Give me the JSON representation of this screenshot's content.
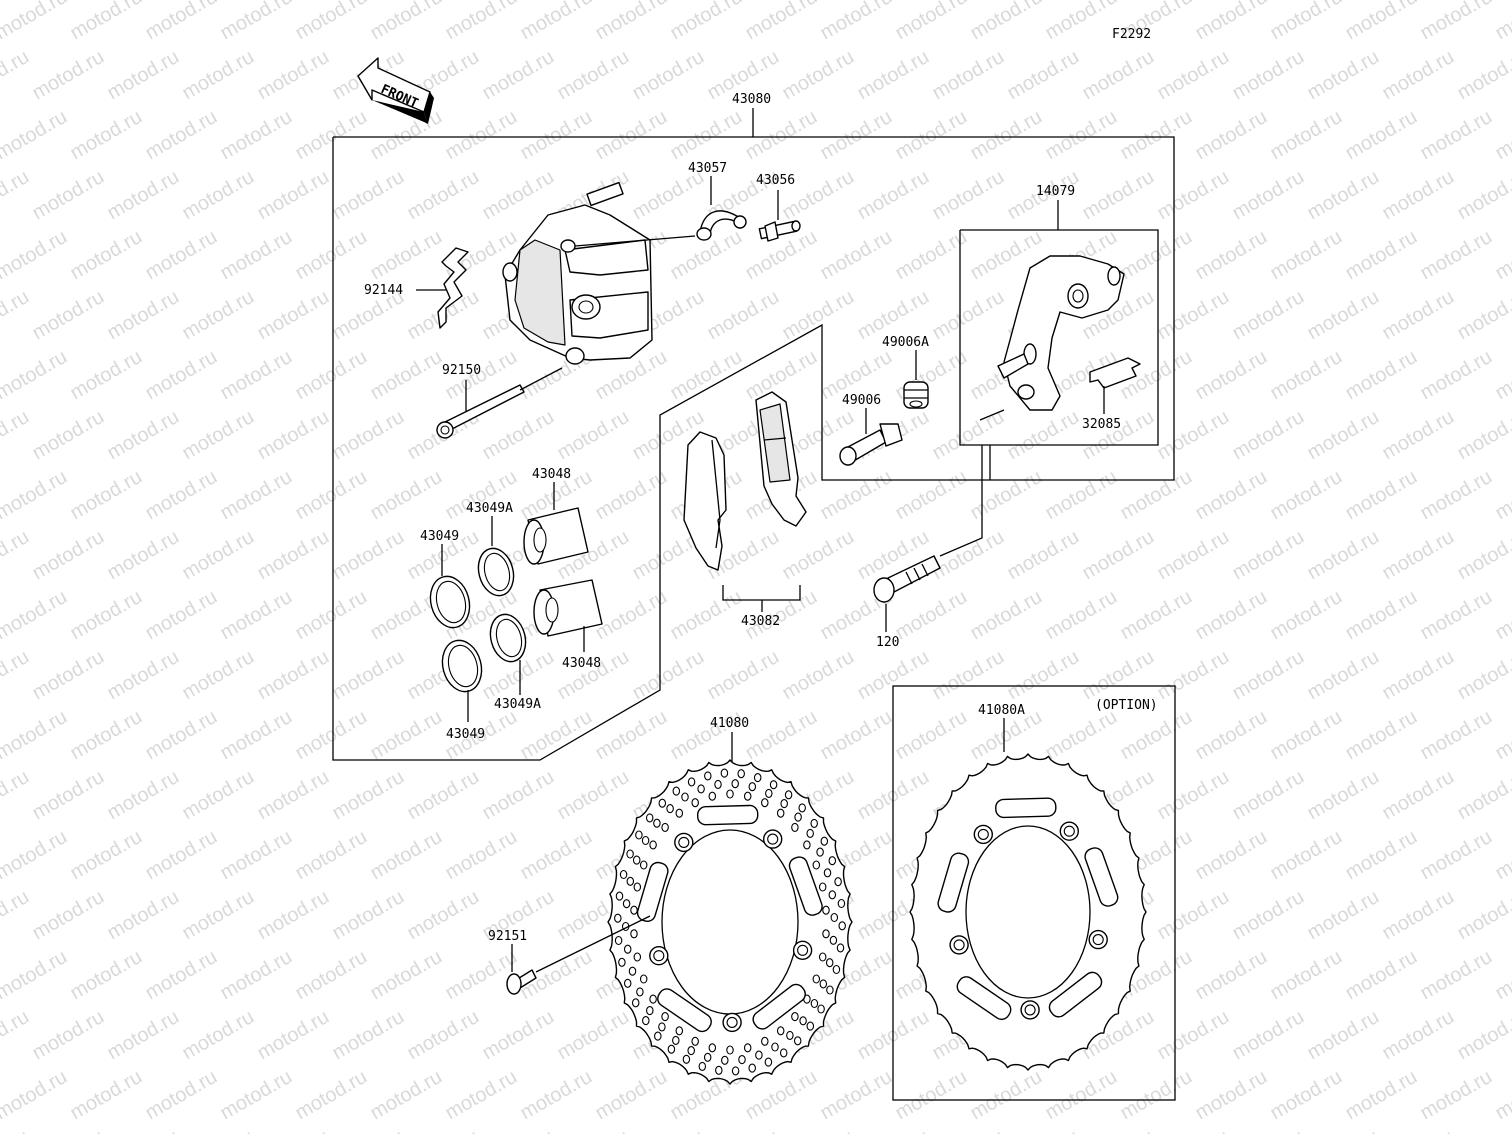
{
  "figure_code": "F2292",
  "front_arrow_label": "FRONT",
  "option_label": "(OPTION)",
  "watermark": "motod.ru",
  "part_numbers": {
    "caliper_assy": "43080",
    "cap": "43057",
    "bleeder_valve": "43056",
    "bracket_assy": "14079",
    "spring_92144": "92144",
    "pin_92150": "92150",
    "boot_49006a": "49006A",
    "pin_49006": "49006",
    "spring_32085": "32085",
    "piston_upper": "43048",
    "piston_lower": "43048",
    "seal_43049a_upper": "43049A",
    "seal_43049a_lower": "43049A",
    "seal_43049_upper": "43049",
    "seal_43049_lower": "43049",
    "pad_assy": "43082",
    "bolt_120": "120",
    "disc": "41080",
    "disc_option": "41080A",
    "screw_92151": "92151"
  }
}
